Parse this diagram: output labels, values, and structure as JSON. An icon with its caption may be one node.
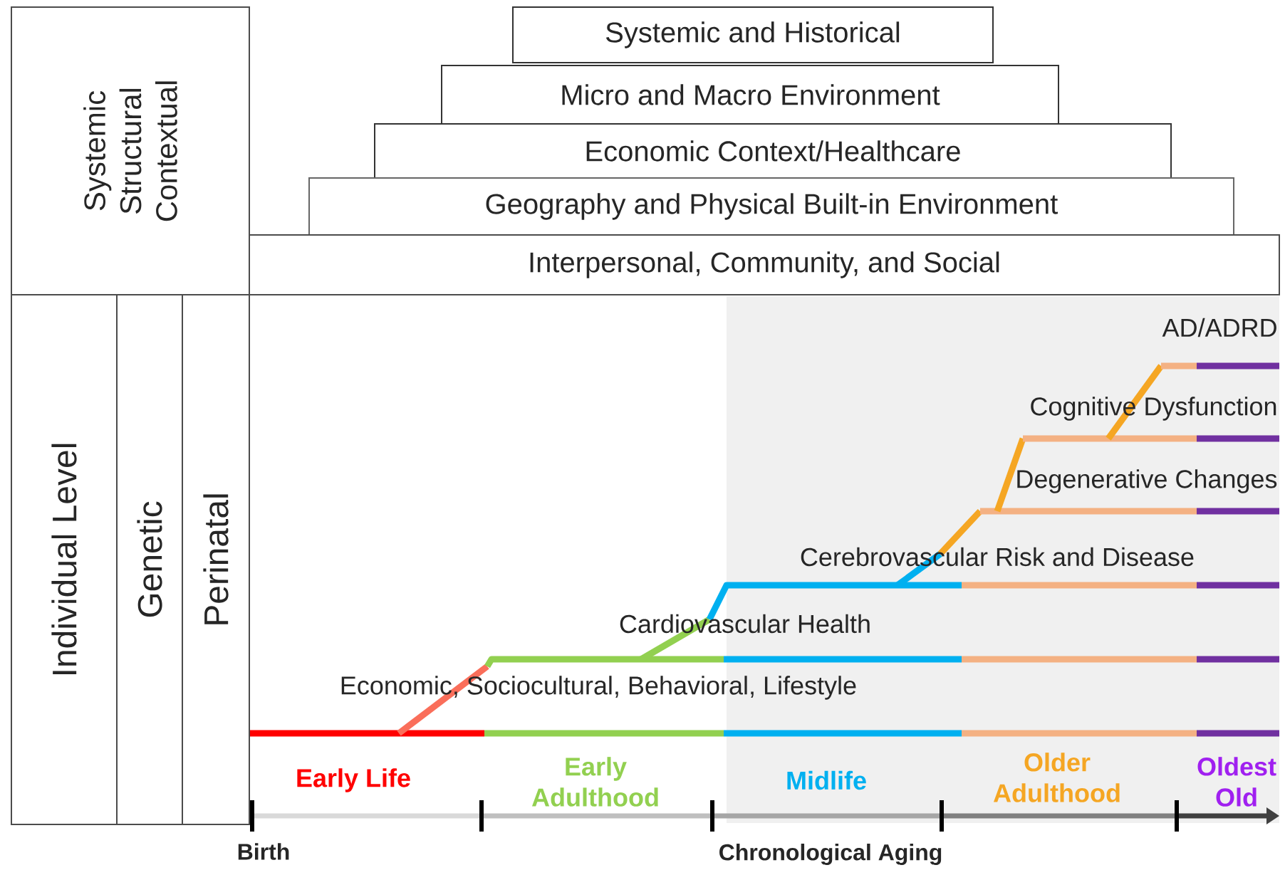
{
  "diagram": {
    "nodes": [
      {
        "text": [
          "Systemic Structural Contextual"
        ]
      },
      {
        "text": [
          "Systemic and Historical"
        ]
      },
      {
        "text": [
          "Micro and Macro Environment"
        ]
      },
      {
        "text": [
          "Economic Context/Healthcare"
        ]
      },
      {
        "text": [
          "Geography and Physical Built-in Environment"
        ]
      },
      {
        "text": [
          "Interpersonal, Community, and Social"
        ]
      },
      {
        "text": [
          "Individual Level"
        ]
      },
      {
        "text": [
          "Genetic"
        ]
      },
      {
        "text": [
          "Perinatal"
        ]
      }
    ],
    "labels": [
      "AD/ADRD",
      "Cognitive Dysfunction",
      "Degenerative Changes",
      "Cerebrovascular Risk and Disease",
      "Cardiovascular Health",
      "Economic, Sociocultural, Behavioral, Lifestyle",
      "Early Life",
      "Early Adulthood",
      "Midlife",
      "Older Adulthood",
      "Oldest Old",
      "Birth",
      "Chronological Aging"
    ]
  }
}
